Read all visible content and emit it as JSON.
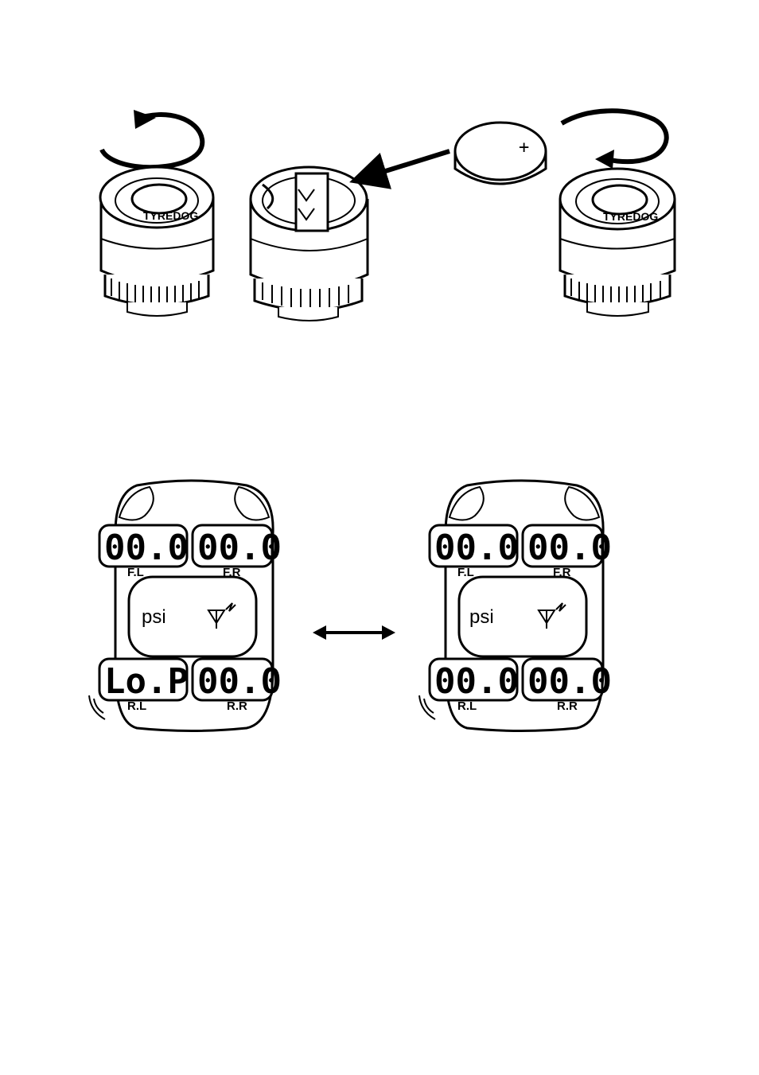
{
  "brand_text": "TYREDOG",
  "battery": {
    "polarity": "+"
  },
  "displays": [
    {
      "unit": "psi",
      "fl": "00.0",
      "fr": "00.0",
      "rl": "Lo.P",
      "rr": "00.0",
      "fl_label": "F.L",
      "fr_label": "F.R",
      "rl_label": "R.L",
      "rr_label": "R.R"
    },
    {
      "unit": "psi",
      "fl": "00.0",
      "fr": "00.0",
      "rl": "00.0",
      "rr": "00.0",
      "fl_label": "F.L",
      "fr_label": "F.R",
      "rl_label": "R.L",
      "rr_label": "R.R"
    }
  ]
}
